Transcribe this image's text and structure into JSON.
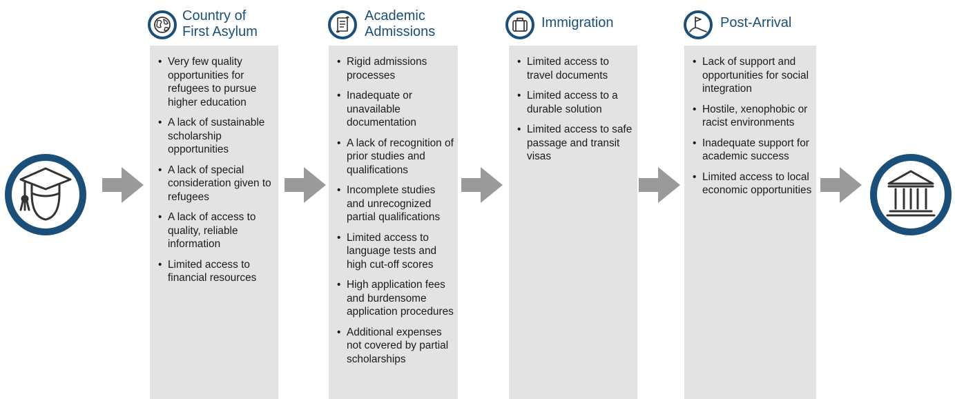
{
  "stages": [
    {
      "title_line1": "Country of",
      "title_line2": "First Asylum",
      "icon": "globe-icon",
      "items": [
        "Very few quality opportunities for refugees to pursue higher education",
        "A lack of sustainable scholarship opportunities",
        "A lack of special consideration given to refugees",
        "A lack of access to quality, reliable information",
        "Limited access to financial resources"
      ]
    },
    {
      "title_line1": "Academic",
      "title_line2": "Admissions",
      "icon": "diploma-scroll-icon",
      "items": [
        "Rigid admissions processes",
        "Inadequate or unavailable documentation",
        "A lack of recognition of prior studies and qualifications",
        "Incomplete studies and unrecognized partial qualifications",
        "Limited access to language tests and high cut-off scores",
        "High application fees and burdensome application procedures",
        "Additional expenses not covered by partial scholarships"
      ]
    },
    {
      "title_line1": "Immigration",
      "title_line2": "",
      "icon": "luggage-icon",
      "items": [
        "Limited access to travel documents",
        "Limited access to a durable solution",
        "Limited access to safe passage and transit visas"
      ]
    },
    {
      "title_line1": "Post-Arrival",
      "title_line2": "",
      "icon": "flag-on-hill-icon",
      "items": [
        "Lack of support and opportunities for social integration",
        "Hostile, xenophobic or racist environments",
        "Inadequate support for academic success",
        "Limited access to local economic opportunities"
      ]
    }
  ],
  "start_icon": "graduate-student-icon",
  "end_icon": "university-building-icon",
  "colors": {
    "accent": "#1a4f7a",
    "box_background": "#e3e3e3",
    "arrow": "#9a9a9a",
    "text": "#1a1a1a"
  }
}
